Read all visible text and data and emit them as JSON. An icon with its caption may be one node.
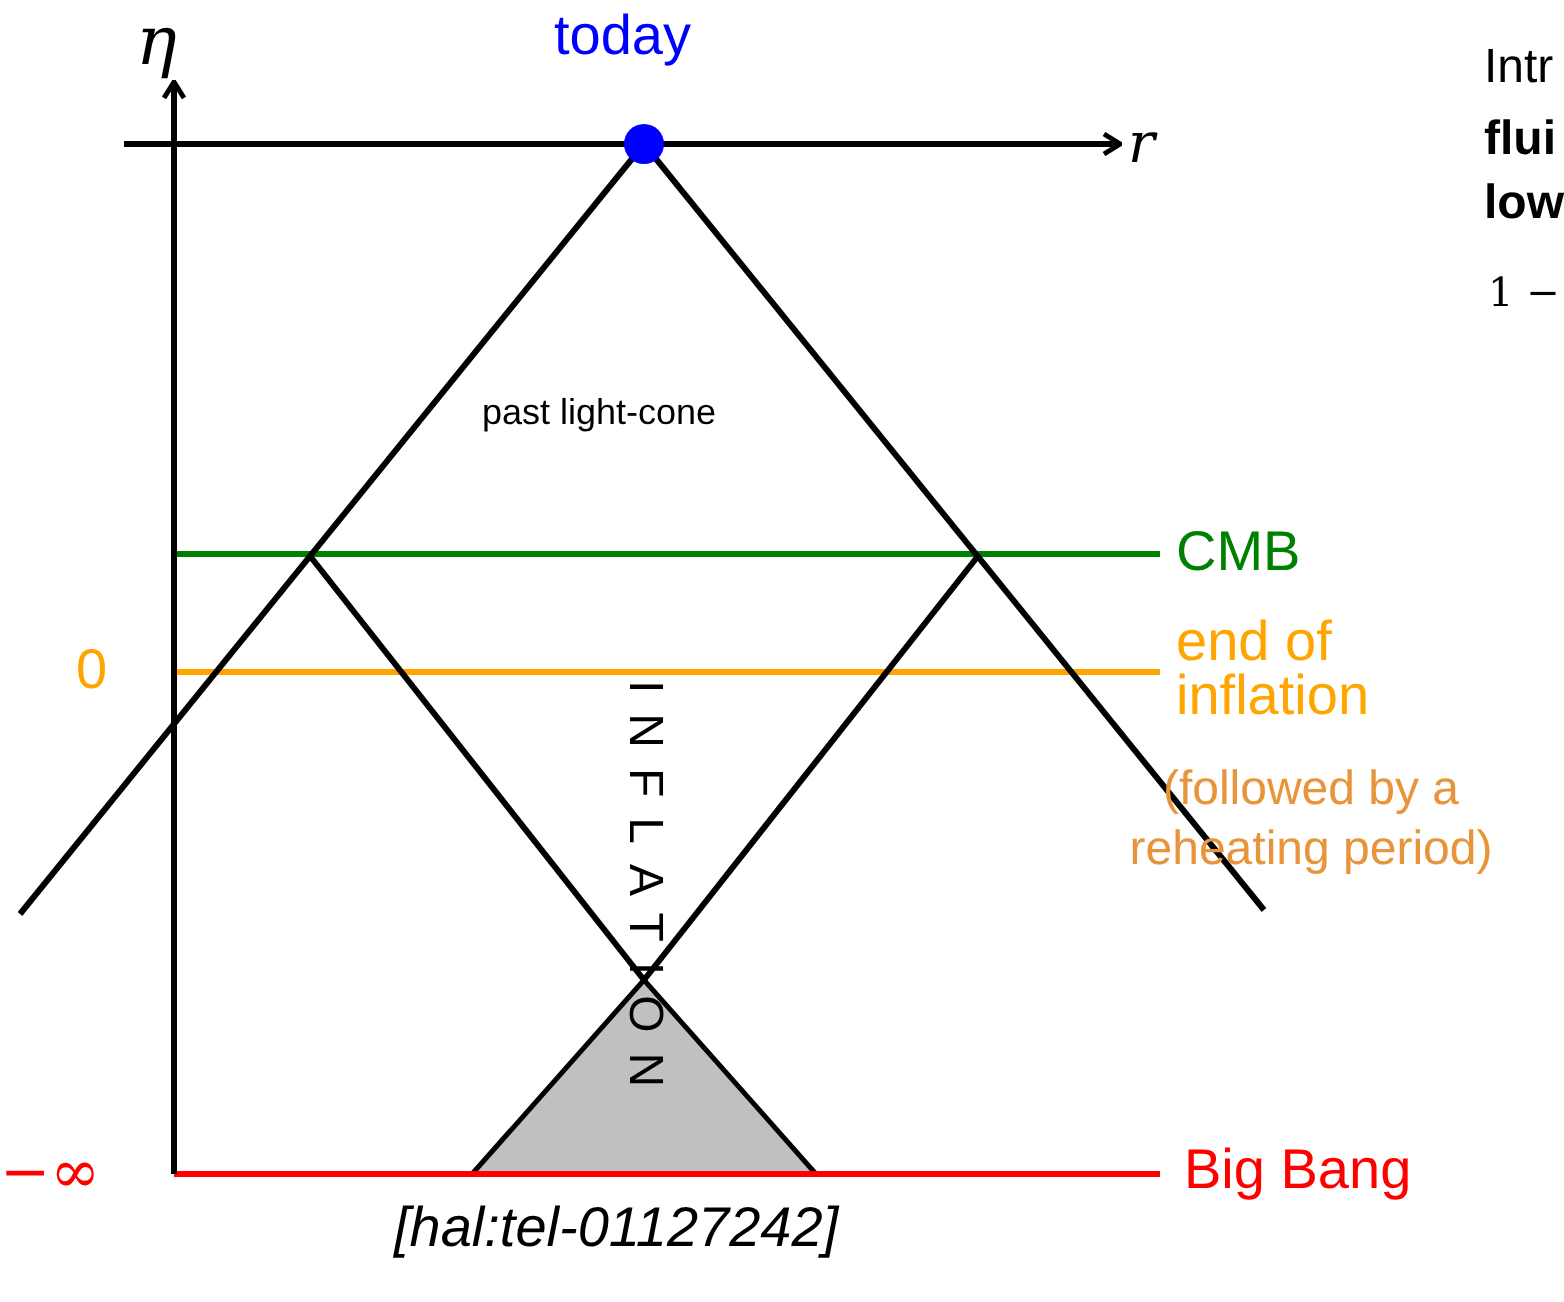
{
  "diagram": {
    "caption": "[hal:tel-01127242]",
    "labels": [
      "η",
      "today",
      "r",
      "Intr",
      "flui",
      "low",
      "past light-cone",
      "1 −",
      "CMB",
      "0",
      "end of inflation",
      "(followed by a reheating period)",
      "INFLATION",
      "−∞",
      "Big Bang"
    ]
  }
}
